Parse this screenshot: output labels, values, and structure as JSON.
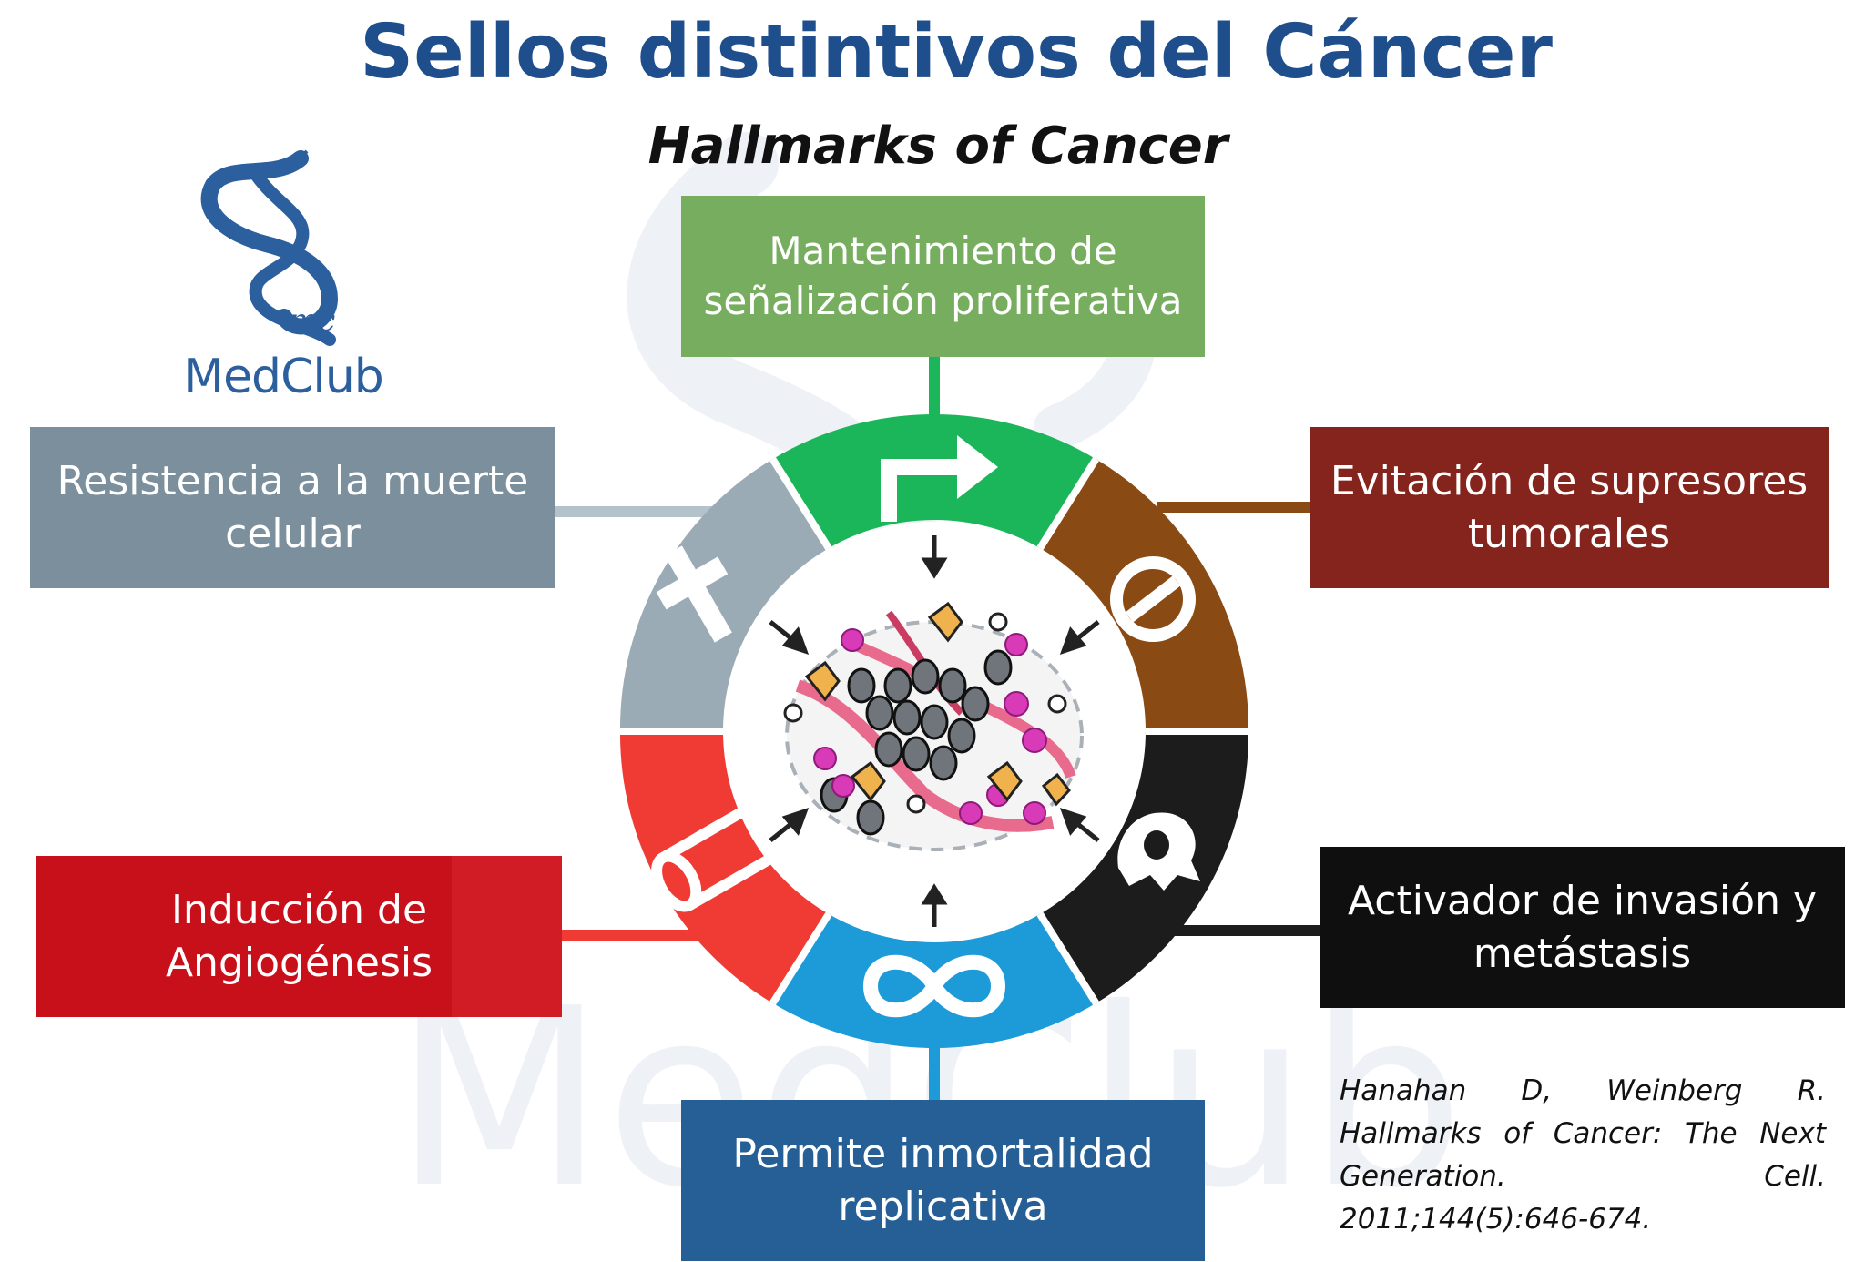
{
  "title": "Sellos distintivos del Cáncer",
  "subtitle": "Hallmarks of Cancer",
  "logo": {
    "text": "MedClub",
    "monogram": "mc",
    "icon": "caduceus-snake-icon"
  },
  "hallmarks": {
    "top": {
      "label": "Mantenimiento de señalización proliferativa",
      "color": "#77ad5e",
      "segment_color": "#1cb65a",
      "icon": "bent-arrow-icon"
    },
    "left": {
      "label": "Resistencia a la muerte celular",
      "color": "#7b8f9c",
      "segment_color": "#9aabb5",
      "icon": "cross-icon"
    },
    "right_top": {
      "label": "Evitación de supresores tumorales",
      "color": "#85241c",
      "segment_color": "#8a4a14",
      "icon": "no-entry-icon"
    },
    "left_bottom": {
      "label": "Inducción de Angiogénesis",
      "color": "#c8101b",
      "segment_color": "#ef3b33",
      "icon": "vessel-tube-icon"
    },
    "right_bottom": {
      "label": "Activador de invasión y metástasis",
      "color": "#0f0f0f",
      "segment_color": "#1c1c1c",
      "icon": "invasive-cell-icon"
    },
    "bottom": {
      "label": "Permite inmortalidad replicativa",
      "color": "#255f96",
      "segment_color": "#1d9ad8",
      "icon": "infinity-icon"
    }
  },
  "center": {
    "icon": "tumor-cells-icon"
  },
  "reference": "Hanahan D, Weinberg R. Hallmarks of Cancer: The Next Generation. Cell. 2011;144(5):646-674."
}
